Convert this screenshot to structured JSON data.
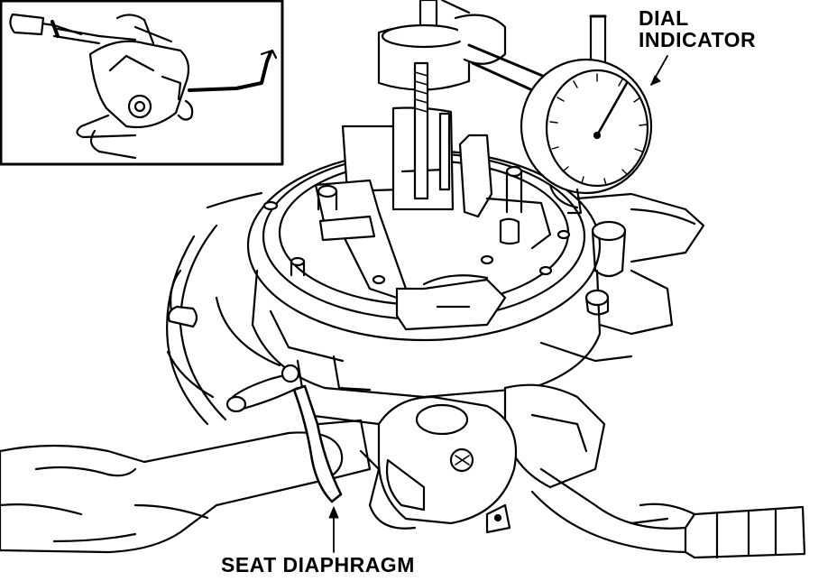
{
  "labels": {
    "dial_indicator_line1": "DIAL",
    "dial_indicator_line2": "INDICATOR",
    "seat_diaphragm": "SEAT DIAPHRAGM"
  },
  "colors": {
    "ink": "#000000",
    "paper": "#ffffff"
  }
}
